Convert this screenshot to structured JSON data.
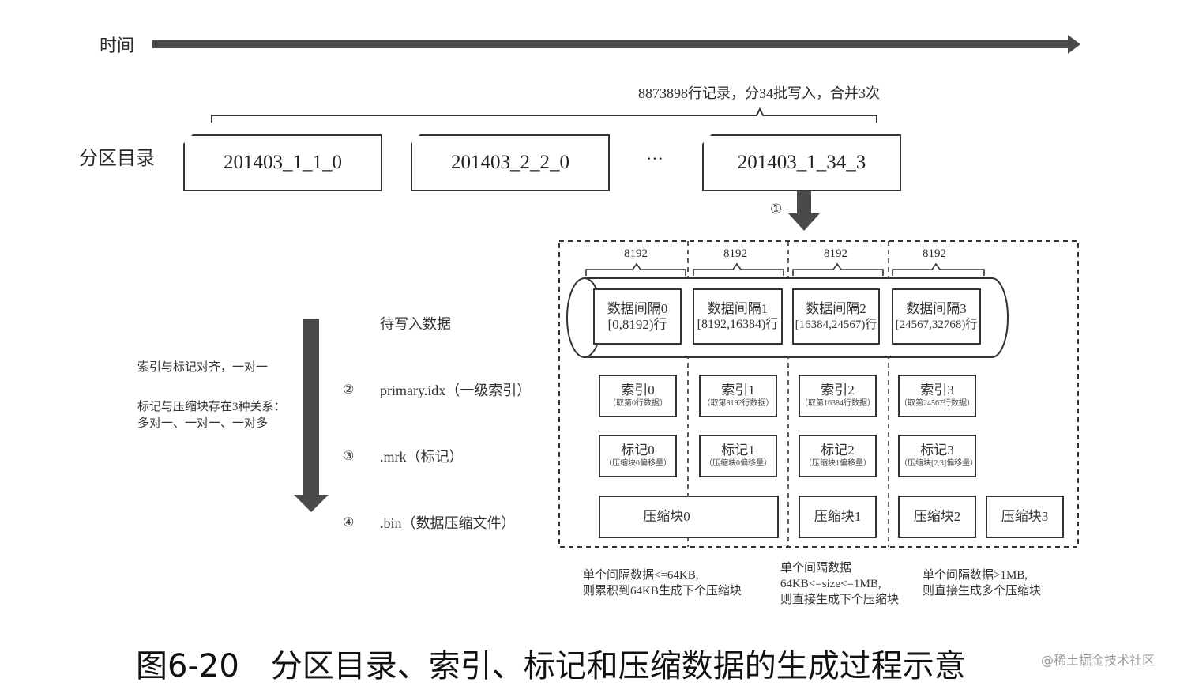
{
  "timeline": {
    "label": "时间"
  },
  "summary": {
    "text": "8873898行记录，分34批写入，合并3次"
  },
  "partition": {
    "label": "分区目录",
    "boxes": [
      "201403_1_1_0",
      "201403_2_2_0",
      "201403_1_34_3"
    ],
    "ellipsis": "···",
    "step_marker": "①"
  },
  "granule_sizes": [
    "8192",
    "8192",
    "8192",
    "8192"
  ],
  "data_intervals": [
    {
      "title": "数据间隔0",
      "range": "[0,8192)行"
    },
    {
      "title": "数据间隔1",
      "range": "[8192,16384)行"
    },
    {
      "title": "数据间隔2",
      "range": "[16384,24567)行"
    },
    {
      "title": "数据间隔3",
      "range": "[24567,32768)行"
    }
  ],
  "indexes": [
    {
      "title": "索引0",
      "desc": "（取第0行数据）"
    },
    {
      "title": "索引1",
      "desc": "（取第8192行数据）"
    },
    {
      "title": "索引2",
      "desc": "（取第16384行数据）"
    },
    {
      "title": "索引3",
      "desc": "（取第24567行数据）"
    }
  ],
  "marks": [
    {
      "title": "标记0",
      "desc": "（压缩块0偏移量）"
    },
    {
      "title": "标记1",
      "desc": "（压缩块0偏移量）"
    },
    {
      "title": "标记2",
      "desc": "（压缩块1偏移量）"
    },
    {
      "title": "标记3",
      "desc": "（压缩块[2,3]偏移量）"
    }
  ],
  "blocks": [
    "压缩块0",
    "压缩块1",
    "压缩块2",
    "压缩块3"
  ],
  "steps": {
    "pending": "待写入数据",
    "s2_num": "②",
    "s2_text": "primary.idx（一级索引）",
    "s3_num": "③",
    "s3_text": ".mrk（标记）",
    "s4_num": "④",
    "s4_text": ".bin（数据压缩文件）"
  },
  "left_notes": {
    "n1": "索引与标记对齐，一对一",
    "n2_line1": "标记与压缩块存在3种关系：",
    "n2_line2": "多对一、一对一、一对多"
  },
  "bottom_notes": {
    "a1": "单个间隔数据<=64KB,",
    "a2": "则累积到64KB生成下个压缩块",
    "b1": "单个间隔数据",
    "b2": "64KB<=size<=1MB,",
    "b3": "则直接生成下个压缩块",
    "c1": "单个间隔数据>1MB,",
    "c2": "则直接生成多个压缩块"
  },
  "caption": "图6-20　分区目录、索引、标记和压缩数据的生成过程示意",
  "watermark": "@稀土掘金技术社区"
}
